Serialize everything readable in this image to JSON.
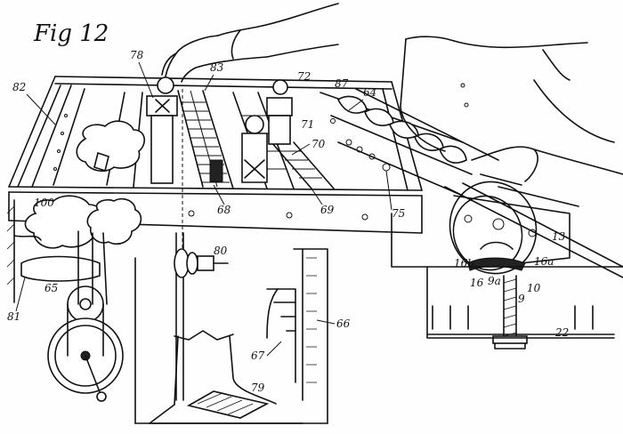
{
  "figure": {
    "title": "Fig 12",
    "labels": [
      {
        "id": "82",
        "text": "82"
      },
      {
        "id": "78",
        "text": "78"
      },
      {
        "id": "83",
        "text": "83"
      },
      {
        "id": "72",
        "text": "72"
      },
      {
        "id": "87",
        "text": "87"
      },
      {
        "id": "64",
        "text": "64"
      },
      {
        "id": "71",
        "text": "71"
      },
      {
        "id": "70",
        "text": "70"
      },
      {
        "id": "68",
        "text": "68"
      },
      {
        "id": "69",
        "text": "69"
      },
      {
        "id": "75",
        "text": "75"
      },
      {
        "id": "100",
        "text": "100"
      },
      {
        "id": "65",
        "text": "65"
      },
      {
        "id": "81",
        "text": "81"
      },
      {
        "id": "80",
        "text": "80"
      },
      {
        "id": "66",
        "text": "66"
      },
      {
        "id": "67",
        "text": "67"
      },
      {
        "id": "79",
        "text": "79"
      },
      {
        "id": "13",
        "text": "13"
      },
      {
        "id": "16a",
        "text": "16a"
      },
      {
        "id": "16b",
        "text": "16b"
      },
      {
        "id": "16",
        "text": "16"
      },
      {
        "id": "9a",
        "text": "9a"
      },
      {
        "id": "10",
        "text": "10"
      },
      {
        "id": "9",
        "text": "9"
      },
      {
        "id": "22",
        "text": "22"
      }
    ]
  }
}
